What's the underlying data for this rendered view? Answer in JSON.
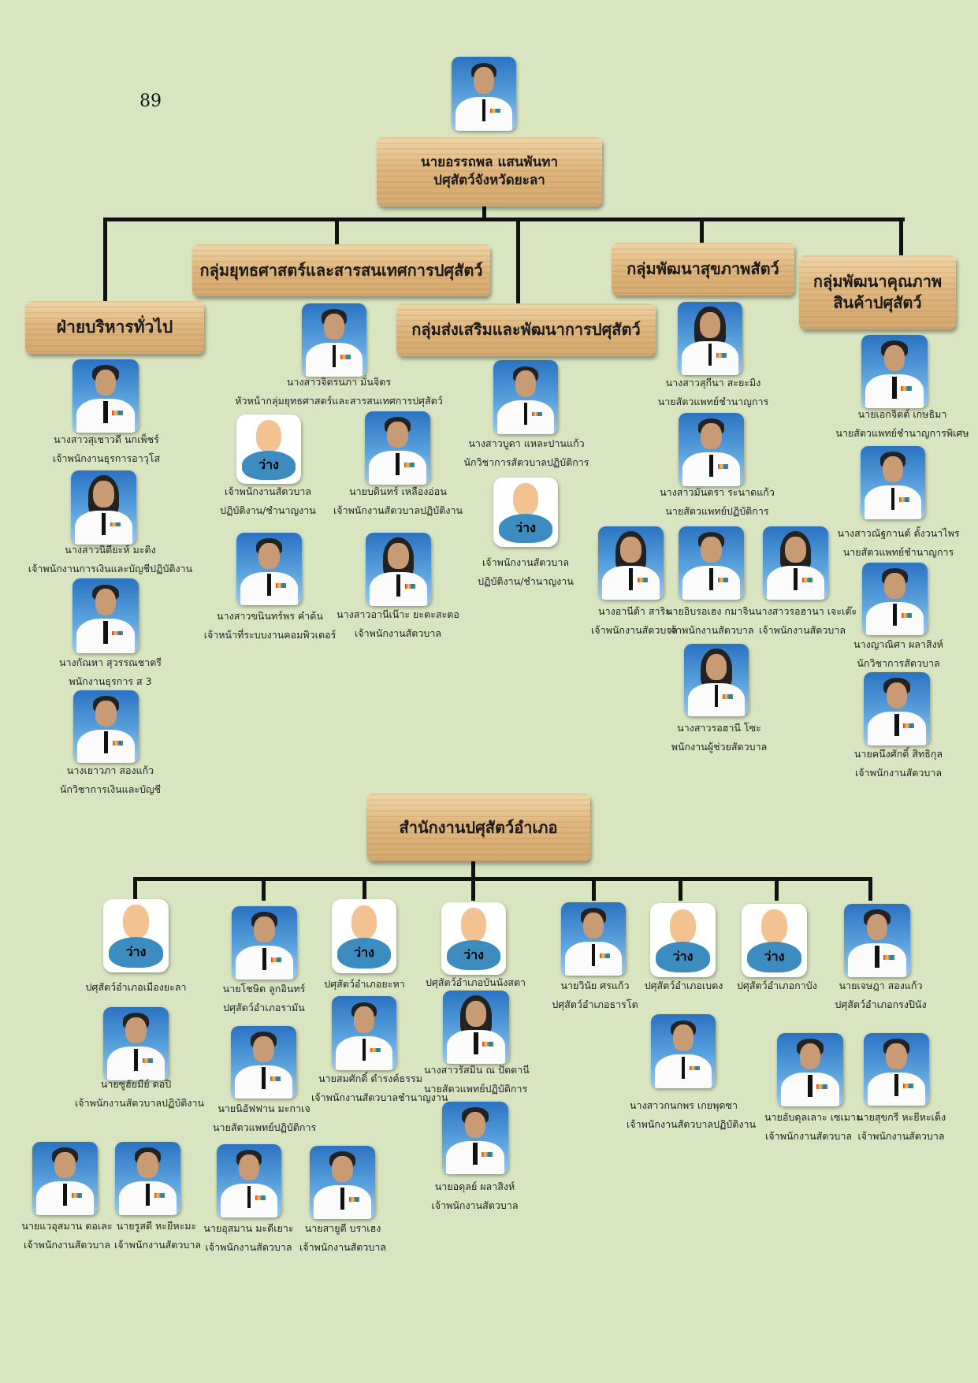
{
  "page_number": "89",
  "director": {
    "name": "นายอรรถพล  แสนพันทา",
    "title": "ปศุสัตว์จังหวัดยะลา"
  },
  "groups": {
    "admin": "ฝ่ายบริหารทั่วไป",
    "strategy": "กลุ่มยุทธศาสตร์และสารสนเทศการปศุสัตว์",
    "promotion": "กลุ่มส่งเสริมและพัฒนาการปศุสัตว์",
    "health": "กลุ่มพัฒนาสุขภาพสัตว์",
    "quality_line1": "กลุ่มพัฒนาคุณภาพ",
    "quality_line2": "สินค้าปศุสัตว์",
    "district": "สำนักงานปศุสัตว์อำเภอ"
  },
  "vacant_label": "ว่าง",
  "people": {
    "a1": {
      "name": "นางสาวสุเชาวดี  นกเพ็ชร์",
      "role": "เจ้าพนักงานธุรการอาวุโส"
    },
    "a2": {
      "name": "นางสาวนิตียะห์  มะดิง",
      "role": "เจ้าพนักงานการเงินและบัญชีปฏิบัติงาน"
    },
    "a3": {
      "name": "นางกัณหา  สุวรรณชาตรี",
      "role": "พนักงานธุรการ ส 3"
    },
    "a4": {
      "name": "นางเยาวภา  สองแก้ว",
      "role": "นักวิชาการเงินและบัญชี"
    },
    "s1": {
      "name": "นางสาวจิตรนภา  มั่นจิตร",
      "role": "หัวหน้ากลุ่มยุทธศาสตร์และสารสนเทศการปศุสัตว์"
    },
    "s2": {
      "name": "เจ้าพนักงานสัตวบาล",
      "role": "ปฏิบัติงาน/ชำนาญงาน"
    },
    "s3": {
      "name": "นายบดินทร์  เหลืองอ่อน",
      "role": "เจ้าพนักงานสัตวบาลปฏิบัติงาน"
    },
    "s4": {
      "name": "นางสาวขนินทร์พร  คำด้น",
      "role": "เจ้าหน้าที่ระบบงานคอมพิวเตอร์"
    },
    "s5": {
      "name": "นางสาวอานีเน๊าะ  ยะตะสะตอ",
      "role": "เจ้าพนักงานสัตวบาล"
    },
    "p1": {
      "name": "นางสาวบูดา  แหละปานแก้ว",
      "role": "นักวิชาการสัตวบาลปฏิบัติการ"
    },
    "p2": {
      "name": "เจ้าพนักงานสัตวบาล",
      "role": "ปฏิบัติงาน/ชำนาญงาน"
    },
    "h1": {
      "name": "นางสาวสุกีนา  สะยะมิง",
      "role": "นายสัตวแพทย์ชำนาญการ"
    },
    "h2": {
      "name": "นางสาวมันตรา  ระนาดแก้ว",
      "role": "นายสัตวแพทย์ปฏิบัติการ"
    },
    "h3": {
      "name": "นางอานีต้า  สาริะ",
      "role": "เจ้าพนักงานสัตวบาล"
    },
    "h4": {
      "name": "นายอิบรอเฮง  กมาจิน",
      "role": "เจ้าพนักงานสัตวบาล"
    },
    "h5": {
      "name": "นางสาวรอฮานา  เจะเต๊ะ",
      "role": "เจ้าพนักงานสัตวบาล"
    },
    "h6": {
      "name": "นางสาวรอฮานี  โซะ",
      "role": "พนักงานผู้ช่วยสัตวบาล"
    },
    "q1": {
      "name": "นายเอกจิตต์  เกษธิมา",
      "role": "นายสัตวแพทย์ชำนาญการพิเศษ"
    },
    "q2": {
      "name": "นางสาวณัฐกานต์  ตั้งวนาไพร",
      "role": "นายสัตวแพทย์ชำนาญการ"
    },
    "q3": {
      "name": "นางญาณิศา  ผลาสิงห์",
      "role": "นักวิชาการสัตวบาล"
    },
    "q4": {
      "name": "นายคนึงศักดิ์  สิทธิกุล",
      "role": "เจ้าพนักงานสัตวบาล"
    },
    "d1": {
      "role": "ปศุสัตว์อำเภอเมืองยะลา"
    },
    "d2": {
      "name": "นายโชษิต  ลูกอินทร์",
      "role": "ปศุสัตว์อำเภอรามัน"
    },
    "d3": {
      "role": "ปศุสัตว์อำเภอยะหา"
    },
    "d4": {
      "role": "ปศุสัตว์อำเภอบันนังสตา"
    },
    "d5": {
      "name": "นายวินัย  ศรแก้ว",
      "role": "ปศุสัตว์อำเภอธารโต"
    },
    "d6": {
      "role": "ปศุสัตว์อำเภอเบตง"
    },
    "d7": {
      "role": "ปศุสัตว์อำเภอกาบัง"
    },
    "d8": {
      "name": "นายเจษฎา  สองแก้ว",
      "role": "ปศุสัตว์อำเภอกรงปินัง"
    },
    "e1": {
      "name": "นายซูฮัยมีย์  ดอปิ",
      "role": "เจ้าพนักงานสัตวบาลปฏิบัติงาน"
    },
    "e2": {
      "name": "นายนิอัฟฟาน  มะกาเจ",
      "role": "นายสัตวแพทย์ปฏิบัติการ"
    },
    "e3": {
      "name": "นายสมศักดิ์  ดำรงค์ธรรม",
      "role": "เจ้าพนักงานสัตวบาลชำนาญงาน"
    },
    "e4": {
      "name": "นางสาวรัสมิน  ณ ปัตตานี",
      "role": "นายสัตวแพทย์ปฏิบัติการ"
    },
    "e5": {
      "name": "นายอดุลย์  ผลาสิงห์",
      "role": "เจ้าพนักงานสัตวบาล"
    },
    "e6": {
      "name": "นางสาวกนกพร  เกยพุดซา",
      "role": "เจ้าพนักงานสัตวบาลปฏิบัติงาน"
    },
    "e7": {
      "name": "นายอับดุลเลาะ  เซเมาะ",
      "role": "เจ้าพนักงานสัตวบาล"
    },
    "e8": {
      "name": "นายสุขกรี  หะยีหะเต็ง",
      "role": "เจ้าพนักงานสัตวบาล"
    },
    "f1": {
      "name": "นายแวอุสมาน  ตอเละ",
      "role": "เจ้าพนักงานสัตวบาล"
    },
    "f2": {
      "name": "นายรูสดี  หะยีหะมะ",
      "role": "เจ้าพนักงานสัตวบาล"
    },
    "f3": {
      "name": "นายอุสมาน  มะดีเยาะ",
      "role": "เจ้าพนักงานสัตวบาล"
    },
    "f4": {
      "name": "นายสายูตี  บราเฮง",
      "role": "เจ้าพนักงานสัตวบาล"
    }
  }
}
